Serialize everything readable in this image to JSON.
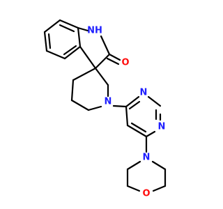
{
  "molecule": {
    "atoms": {
      "nh": "NH",
      "carbonyl_o": "O",
      "piperidine_n": "N",
      "pyrimidine_n1": "N",
      "pyrimidine_n3": "N",
      "morpholine_n": "N",
      "morpholine_o": "O"
    },
    "colors": {
      "carbon_bond": "#000000",
      "nitrogen": "#2020ff",
      "oxygen": "#ff0d0d"
    }
  }
}
